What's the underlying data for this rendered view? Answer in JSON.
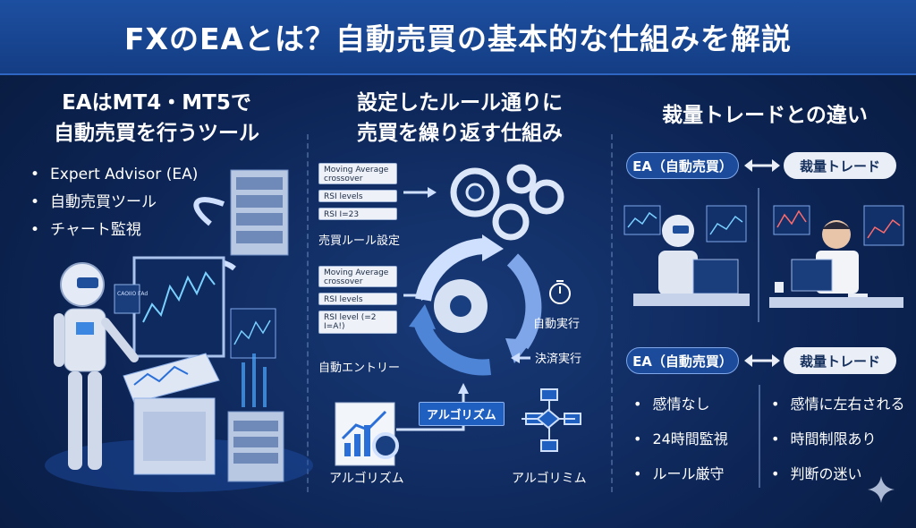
{
  "title": "FXのEAとは？自動売買の基本的な仕組みを解説",
  "left": {
    "title_line1": "EAはMT4・MT5で",
    "title_line2": "自動売買を行うツール",
    "bullets": [
      "Expert Advisor (EA)",
      "自動売買ツール",
      "チャート監視"
    ],
    "screen_tag": "CAOIIO ΓAd"
  },
  "center": {
    "title_line1": "設定したルール通りに",
    "title_line2": "売買を繰り返す仕組み",
    "rules_top": [
      "Moving Average crossover",
      "RSI levels",
      "RSI I=23"
    ],
    "rules_top_label": "売買ルール設定",
    "rules_bottom": [
      "Moving Average crossover",
      "RSI levels",
      "RSI level (=2 I=A!)"
    ],
    "rules_bottom_label": "自動エントリー",
    "auto_exec": "自動実行",
    "settle_exec": "決済実行",
    "algo_tag": "アルゴリズム",
    "algo_left": "アルゴリズム",
    "algo_right": "アルゴリミム"
  },
  "right": {
    "title": "裁量トレードとの違い",
    "pill_ea": "EA（自動売買）",
    "pill_manual": "裁量トレード",
    "ea_points": [
      "感情なし",
      "24時間監視",
      "ルール厳守"
    ],
    "manual_points": [
      "感情に左右される",
      "時間制限あり",
      "判断の迷い"
    ]
  },
  "colors": {
    "accent": "#1d4fa0",
    "pill_border": "#7fa6e8",
    "glow": "#4fa8ff"
  }
}
